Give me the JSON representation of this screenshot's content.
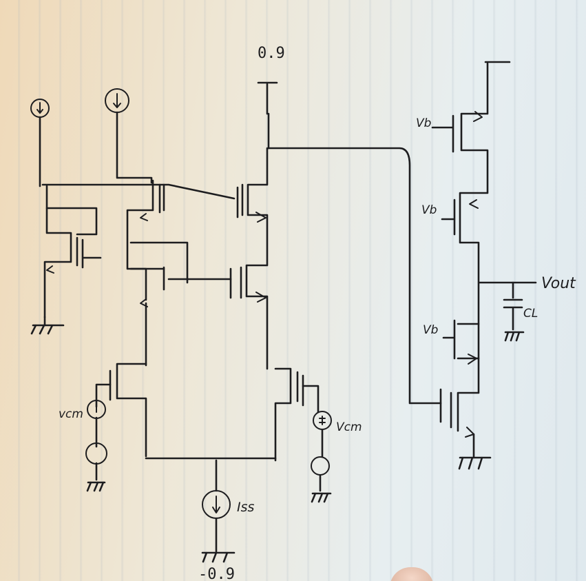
{
  "schematic": {
    "labels": {
      "vdd": "0.9",
      "vss": "-0.9",
      "iss": "Iss",
      "vcm_left": "vcm",
      "vcm_right": "Vcm",
      "vout": "Vout",
      "cl": "CL",
      "vb_top": "Vb",
      "vb_mid": "Vb",
      "vb_low": "Vb"
    }
  },
  "colors": {
    "ink": "#1d1d1f",
    "paper": "#ece6d6"
  }
}
